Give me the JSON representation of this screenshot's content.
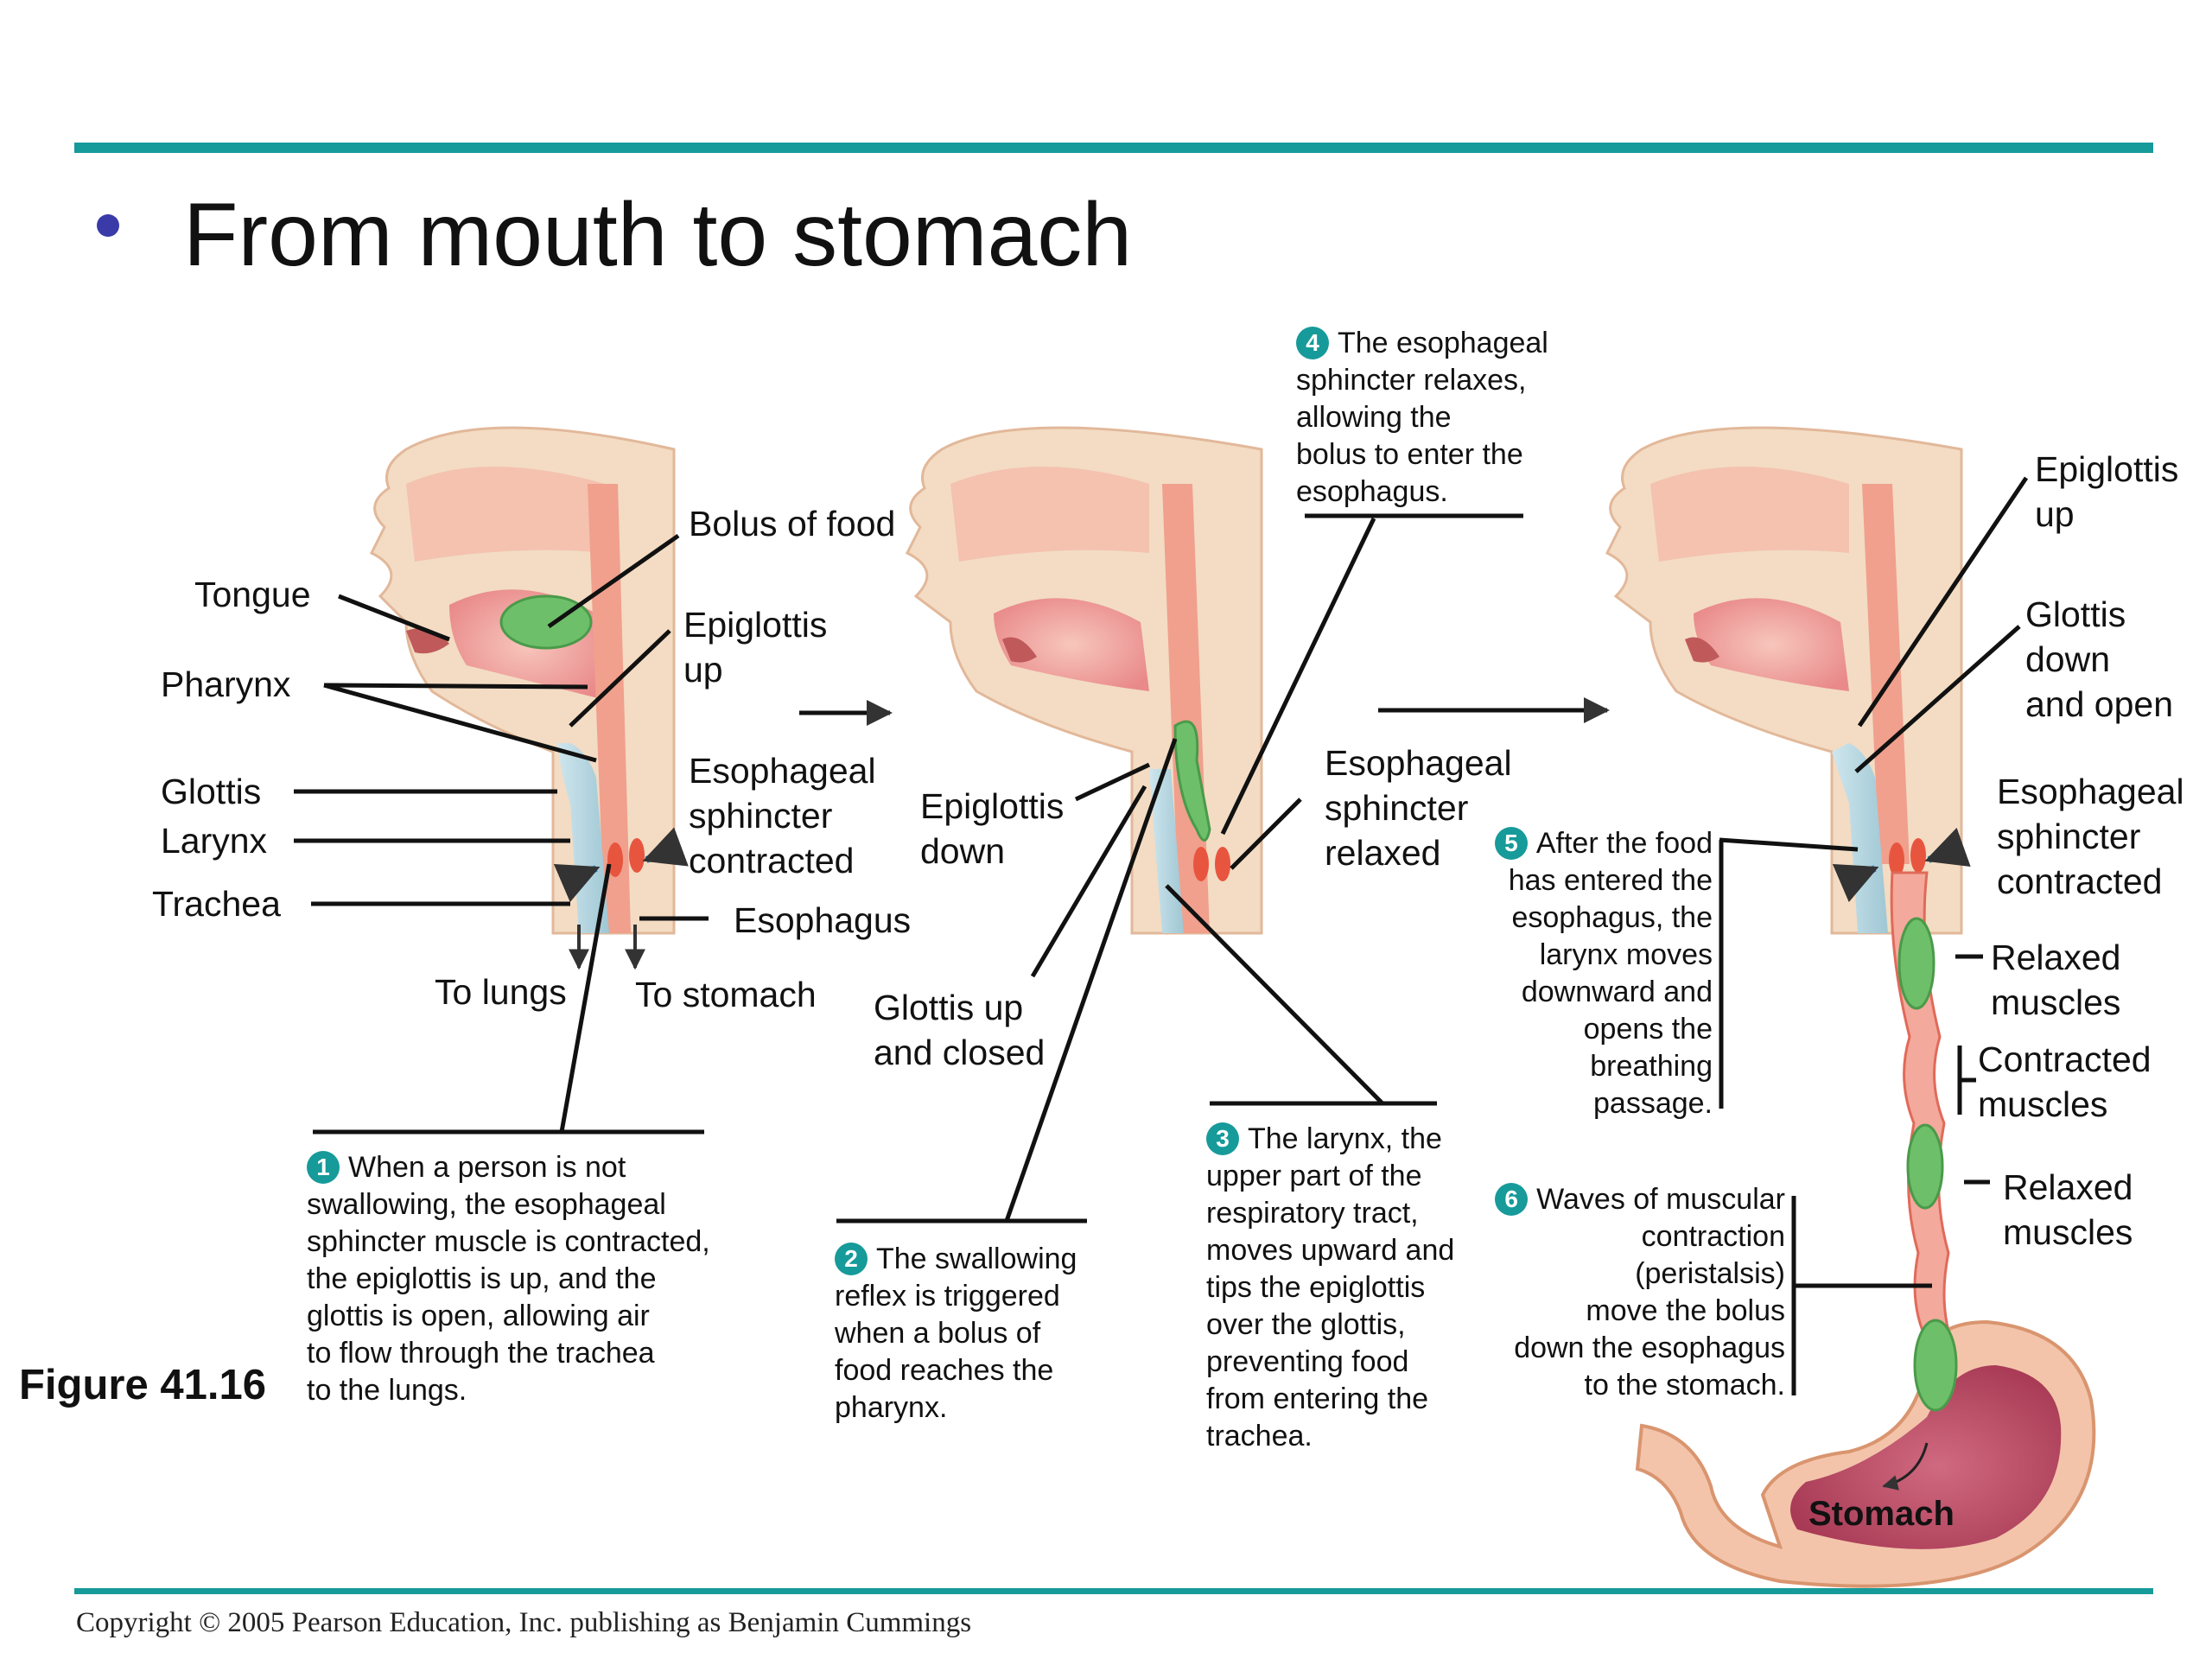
{
  "slide": {
    "title": "From mouth to stomach",
    "figure_label": "Figure 41.16",
    "copyright": "Copyright © 2005 Pearson Education, Inc. publishing as Benjamin Cummings"
  },
  "colors": {
    "rule": "#179a9a",
    "bullet": "#3a3aa8",
    "step_badge": "#179a9a",
    "bolus": "#6dbf6a",
    "tissue": "#f3a99b",
    "skin": "#f3dcc3"
  },
  "panel1": {
    "labels": {
      "tongue": "Tongue",
      "pharynx": "Pharynx",
      "glottis": "Glottis",
      "larynx": "Larynx",
      "trachea": "Trachea",
      "bolus": "Bolus of food",
      "epiglottis_up_1": "Epiglottis",
      "epiglottis_up_2": "up",
      "sphincter_1": "Esophageal",
      "sphincter_2": "sphincter",
      "sphincter_3": "contracted",
      "esophagus": "Esophagus",
      "to_lungs": "To lungs",
      "to_stomach": "To stomach"
    },
    "step": {
      "number": "1",
      "lines": [
        "When a person is not",
        "swallowing, the esophageal",
        "sphincter muscle is contracted,",
        "the epiglottis is up, and the",
        "glottis is open, allowing air",
        "to flow through the trachea",
        "to the lungs."
      ]
    }
  },
  "panel2": {
    "labels": {
      "epiglottis_down_1": "Epiglottis",
      "epiglottis_down_2": "down",
      "glottis_closed_1": "Glottis up",
      "glottis_closed_2": "and closed",
      "sphincter_1": "Esophageal",
      "sphincter_2": "sphincter",
      "sphincter_3": "relaxed"
    },
    "step2": {
      "number": "2",
      "lines": [
        "The swallowing",
        "reflex is triggered",
        "when a bolus of",
        "food reaches the",
        "pharynx."
      ]
    },
    "step3": {
      "number": "3",
      "lines": [
        "The larynx, the",
        "upper part of the",
        "respiratory tract,",
        "moves upward and",
        "tips the epiglottis",
        "over the glottis,",
        "preventing food",
        "from entering the",
        "trachea."
      ]
    },
    "step4": {
      "number": "4",
      "lines": [
        "The esophageal",
        "sphincter relaxes,",
        "allowing the",
        "bolus to enter the",
        "esophagus."
      ]
    }
  },
  "panel3": {
    "labels": {
      "epiglottis_up_1": "Epiglottis",
      "epiglottis_up_2": "up",
      "glottis_open_1": "Glottis",
      "glottis_open_2": "down",
      "glottis_open_3": "and open",
      "sphincter_1": "Esophageal",
      "sphincter_2": "sphincter",
      "sphincter_3": "contracted",
      "relaxed_1a": "Relaxed",
      "relaxed_1b": "muscles",
      "contracted_1": "Contracted",
      "contracted_2": "muscles",
      "relaxed_2a": "Relaxed",
      "relaxed_2b": "muscles",
      "stomach": "Stomach"
    },
    "step5": {
      "number": "5",
      "lines": [
        "After the food",
        "has entered the",
        "esophagus, the",
        "larynx moves",
        "downward and",
        "opens the",
        "breathing",
        "passage."
      ]
    },
    "step6": {
      "number": "6",
      "lines": [
        "Waves of muscular",
        "contraction",
        "(peristalsis)",
        "move the bolus",
        "down the esophagus",
        "to the stomach."
      ]
    }
  }
}
